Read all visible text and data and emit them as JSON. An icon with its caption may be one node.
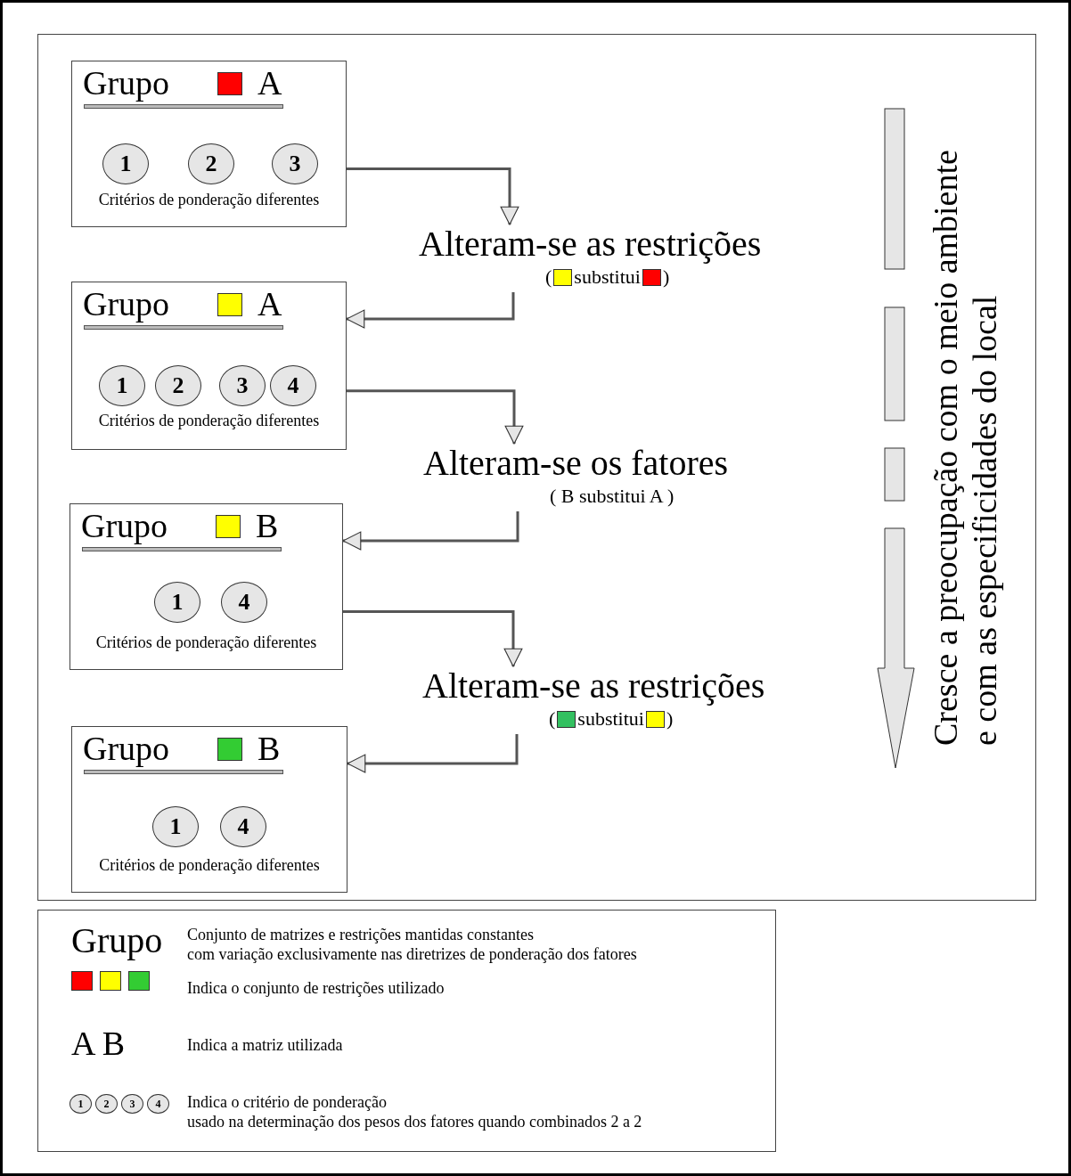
{
  "diagram": {
    "nodes": [
      {
        "text": [
          "Grupo",
          "A",
          "Critérios de ponderação diferentes"
        ]
      },
      {
        "text": [
          "1"
        ],
        "in": 0
      },
      {
        "text": [
          "2"
        ],
        "in": 0
      },
      {
        "text": [
          "3"
        ],
        "in": 0
      },
      {
        "text": [
          "Alteram-se as restrições",
          "( substitui )"
        ]
      },
      {
        "text": [
          "Grupo",
          "A",
          "Critérios de ponderação diferentes"
        ]
      },
      {
        "text": [
          "1"
        ],
        "in": 5
      },
      {
        "text": [
          "2"
        ],
        "in": 5
      },
      {
        "text": [
          "3"
        ],
        "in": 5
      },
      {
        "text": [
          "4"
        ],
        "in": 5
      },
      {
        "text": [
          "Alteram-se os fatores",
          "( B substitui A )"
        ]
      },
      {
        "text": [
          "Grupo",
          "B",
          "Critérios de ponderação diferentes"
        ]
      },
      {
        "text": [
          "1"
        ],
        "in": 11
      },
      {
        "text": [
          "4"
        ],
        "in": 11
      },
      {
        "text": [
          "Alteram-se as restrições",
          "( substitui )"
        ]
      },
      {
        "text": [
          "Grupo",
          "B",
          "Critérios de ponderação diferentes"
        ]
      },
      {
        "text": [
          "1"
        ],
        "in": 15
      },
      {
        "text": [
          "4"
        ],
        "in": 15
      }
    ],
    "edges": [
      {
        "from": 0,
        "to": 4,
        "arrow": "to"
      },
      {
        "from": 4,
        "to": 5,
        "arrow": "to"
      },
      {
        "from": 5,
        "to": 10,
        "arrow": "to"
      },
      {
        "from": 10,
        "to": 11,
        "arrow": "to"
      },
      {
        "from": 11,
        "to": 14,
        "arrow": "to"
      },
      {
        "from": 14,
        "to": 15,
        "arrow": "to"
      }
    ],
    "labels": [
      "Cresce a preocupação com o meio ambiente e com as especificidades do local",
      "Grupo",
      "A B",
      "1",
      "2",
      "3",
      "4"
    ],
    "legend": [
      {
        "text": "Conjunto de matrizes e restrições mantidas constantes"
      },
      {
        "text": "com variação exclusivamente nas diretrizes de ponderação dos fatores"
      },
      {
        "text": "Indica o conjunto de restrições utilizado"
      },
      {
        "text": "Indica a matriz utilizada"
      },
      {
        "text": "Indica o critério de ponderação"
      },
      {
        "text": "usado na determinação dos pesos dos fatores quando combinados 2 a 2"
      }
    ]
  }
}
